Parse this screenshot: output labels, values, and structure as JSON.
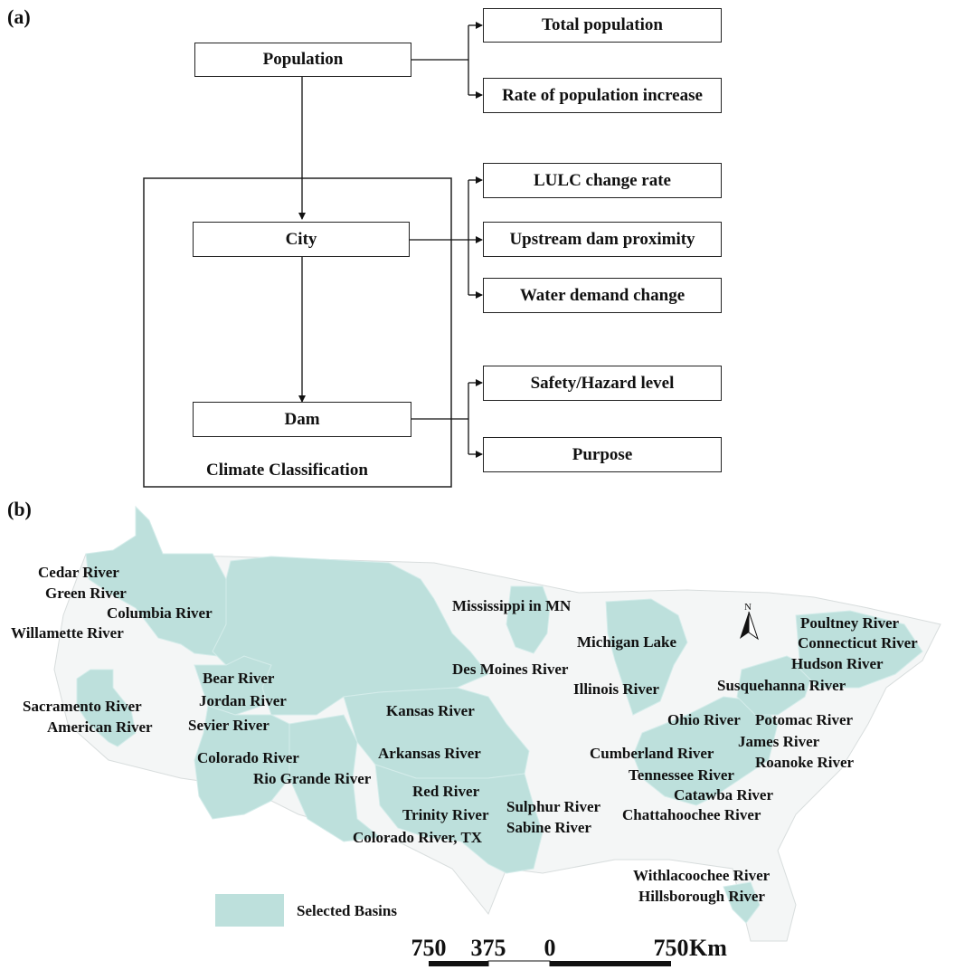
{
  "panel_a": {
    "label": "(a)",
    "nodes": {
      "population": "Population",
      "city": "City",
      "dam": "Dam"
    },
    "frame_label": "Climate Classification",
    "population_outputs": [
      "Total population",
      "Rate of population increase"
    ],
    "city_outputs": [
      "LULC change rate",
      "Upstream dam proximity",
      "Water demand change"
    ],
    "dam_outputs": [
      "Safety/Hazard level",
      "Purpose"
    ]
  },
  "panel_b": {
    "label": "(b)",
    "north_label": "N",
    "legend_label": "Selected Basins",
    "basin_color": "#bde0dc",
    "scale": {
      "ticks": [
        "750",
        "375",
        "0",
        "750"
      ],
      "unit": "Km"
    },
    "rivers": [
      "Cedar River",
      "Green River",
      "Columbia River",
      "Willamette River",
      "Bear River",
      "Jordan River",
      "Sevier River",
      "Sacramento River",
      "American River",
      "Colorado River",
      "Rio Grande River",
      "Mississippi in MN",
      "Des Moines River",
      "Kansas River",
      "Arkansas River",
      "Red River",
      "Trinity River",
      "Colorado River, TX",
      "Sulphur River",
      "Sabine River",
      "Michigan Lake",
      "Illinois River",
      "Ohio River",
      "Cumberland River",
      "Tennessee River",
      "Potomac River",
      "James River",
      "Roanoke River",
      "Catawba River",
      "Chattahoochee River",
      "Withlacoochee River",
      "Hillsborough River",
      "Poultney River",
      "Connecticut River",
      "Hudson River",
      "Susquehanna River"
    ]
  }
}
